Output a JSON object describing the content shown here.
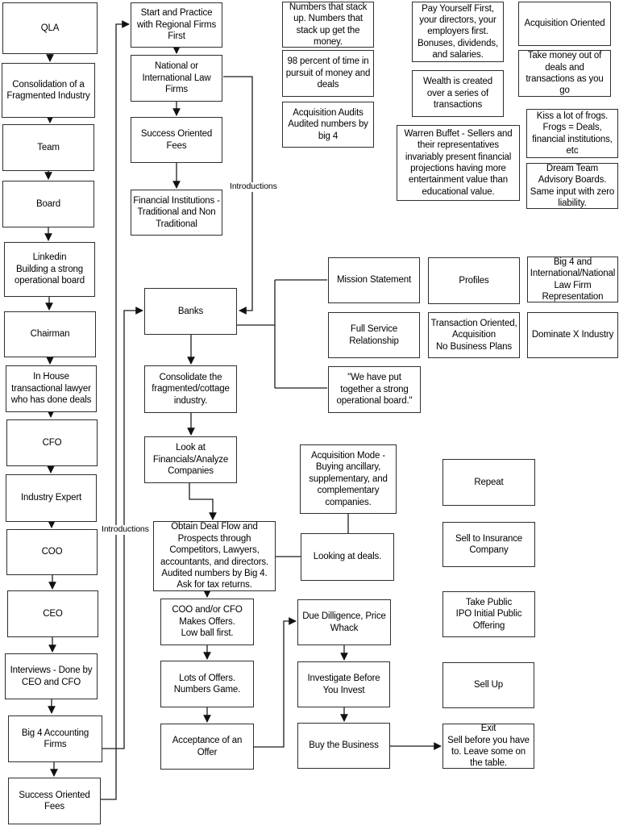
{
  "diagram_type": "flowchart",
  "boxes": {
    "qla": "QLA",
    "consolidation": "Consolidation of a\nFragmented Industry",
    "team": "Team",
    "board": "Board",
    "linkedin": "Linkedin\nBuilding a strong\noperational board",
    "chairman": "Chairman",
    "in_house": "In House\ntransactional lawyer\nwho has done deals",
    "cfo": "CFO",
    "industry_expert": "Industry Expert",
    "coo": "COO",
    "ceo": "CEO",
    "interviews": "Interviews - Done by\nCEO and CFO",
    "big4_accounting": "Big 4 Accounting\nFirms",
    "success_fees_left": "Success Oriented\nFees",
    "start_practice": "Start and Practice\nwith Regional Firms\nFirst",
    "national_law": "National or\nInternational Law\nFirms",
    "success_fees_mid": "Success Oriented\nFees",
    "financial_institutions": "Financial Institutions -\nTraditional and Non\nTraditional",
    "banks": "Banks",
    "consolidate": "Consolidate the\nfragmented/cottage\nindustry.",
    "look_financials": "Look at\nFinancials/Analyze\nCompanies",
    "obtain": "Obtain Deal Flow and\nProspects through\nCompetitors, Lawyers,\naccountants, and directors.\nAudited numbers by Big 4.\nAsk for tax returns.",
    "coo_offers": "COO and/or CFO\nMakes Offers.\nLow ball first.",
    "lots_offers": "Lots of Offers.\nNumbers Game.",
    "acceptance": "Acceptance of an\nOffer",
    "numbers_stack": "Numbers that stack\nup. Numbers that\nstack up get the\nmoney.",
    "pct98": "98 percent of time in\npursuit of money and\ndeals",
    "acq_audits": "Acquisition Audits\nAudited numbers by\nbig 4",
    "pay_yourself": "Pay Yourself First,\nyour directors, your\nemployers first.\nBonuses, dividends,\nand salaries.",
    "wealth": "Wealth is created\nover a series of\ntransactions",
    "warren": "Warren Buffet - Sellers and\ntheir representatives\ninvariably present financial\nprojections having more\nentertainment value than\neducational value.",
    "acq_oriented": "Acquisition Oriented",
    "take_money": "Take money out of\ndeals and\ntransactions as you\ngo",
    "kiss_frogs": "Kiss a lot of frogs.\nFrogs = Deals,\nfinancial institutions,\netc",
    "dream_team": "Dream Team\nAdvisory Boards.\nSame input with zero\nliability.",
    "mission": "Mission Statement",
    "profiles": "Profiles",
    "big4_intl": "Big 4 and\nInternational/National\nLaw Firm\nRepresentation",
    "full_service": "Full Service\nRelationship",
    "transaction_oriented": "Transaction Oriented,\nAcquisition\nNo Business Plans",
    "dominate": "Dominate X Industry",
    "we_have_put": "\"We have put\ntogether a strong\noperational board.\"",
    "acq_mode": "Acquisition Mode -\nBuying ancillary,\nsupplementary, and\ncomplementary\ncompanies.",
    "looking_deals": "Looking at deals.",
    "due_diligence": "Due Dilligence, Price\nWhack",
    "investigate": "Investigate Before\nYou Invest",
    "buy_business": "Buy the Business",
    "repeat": "Repeat",
    "sell_insurance": "Sell to Insurance\nCompany",
    "take_public": "Take Public\nIPO Initial Public\nOffering",
    "sell_up": "Sell Up",
    "exit": "Exit\nSell before you have\nto. Leave some on\nthe table."
  },
  "labels": {
    "introductions_top": "Introductions",
    "introductions_left": "Introductions"
  },
  "connections": [
    {
      "from": "qla",
      "to": "consolidation",
      "arrow": true
    },
    {
      "from": "consolidation",
      "to": "team",
      "arrow": true
    },
    {
      "from": "team",
      "to": "board",
      "arrow": true
    },
    {
      "from": "board",
      "to": "linkedin",
      "arrow": true
    },
    {
      "from": "linkedin",
      "to": "chairman",
      "arrow": true
    },
    {
      "from": "chairman",
      "to": "in_house",
      "arrow": true
    },
    {
      "from": "in_house",
      "to": "cfo",
      "arrow": true
    },
    {
      "from": "cfo",
      "to": "industry_expert",
      "arrow": true
    },
    {
      "from": "industry_expert",
      "to": "coo",
      "arrow": true
    },
    {
      "from": "coo",
      "to": "ceo",
      "arrow": true
    },
    {
      "from": "ceo",
      "to": "interviews",
      "arrow": true
    },
    {
      "from": "interviews",
      "to": "big4_accounting",
      "arrow": true
    },
    {
      "from": "big4_accounting",
      "to": "success_fees_left",
      "arrow": true
    },
    {
      "from": "success_fees_left",
      "to": "start_practice",
      "arrow": true
    },
    {
      "from": "big4_accounting",
      "to": "banks",
      "arrow": true,
      "label": "introductions_left"
    },
    {
      "from": "start_practice",
      "to": "national_law",
      "arrow": true
    },
    {
      "from": "national_law",
      "to": "success_fees_mid",
      "arrow": true
    },
    {
      "from": "success_fees_mid",
      "to": "financial_institutions",
      "arrow": true
    },
    {
      "from": "national_law",
      "to": "banks",
      "arrow": true,
      "label": "introductions_top"
    },
    {
      "from": "banks",
      "to": "consolidate",
      "arrow": true
    },
    {
      "from": "banks",
      "to": "mission",
      "arrow": false
    },
    {
      "from": "banks",
      "to": "we_have_put",
      "arrow": false
    },
    {
      "from": "consolidate",
      "to": "look_financials",
      "arrow": true
    },
    {
      "from": "look_financials",
      "to": "obtain",
      "arrow": true
    },
    {
      "from": "obtain",
      "to": "coo_offers",
      "arrow": true
    },
    {
      "from": "obtain",
      "to": "looking_deals",
      "arrow": false
    },
    {
      "from": "acq_mode",
      "to": "looking_deals",
      "arrow": false
    },
    {
      "from": "coo_offers",
      "to": "lots_offers",
      "arrow": true
    },
    {
      "from": "lots_offers",
      "to": "acceptance",
      "arrow": true
    },
    {
      "from": "acceptance",
      "to": "due_diligence",
      "arrow": true
    },
    {
      "from": "due_diligence",
      "to": "investigate",
      "arrow": true
    },
    {
      "from": "investigate",
      "to": "buy_business",
      "arrow": true
    },
    {
      "from": "buy_business",
      "to": "exit",
      "arrow": true
    }
  ],
  "colors": {
    "background": "#ffffff",
    "box_fill": "#ffffff",
    "box_border": "#2e2e2e",
    "line": "#1c1c1c",
    "text": "#000000"
  }
}
